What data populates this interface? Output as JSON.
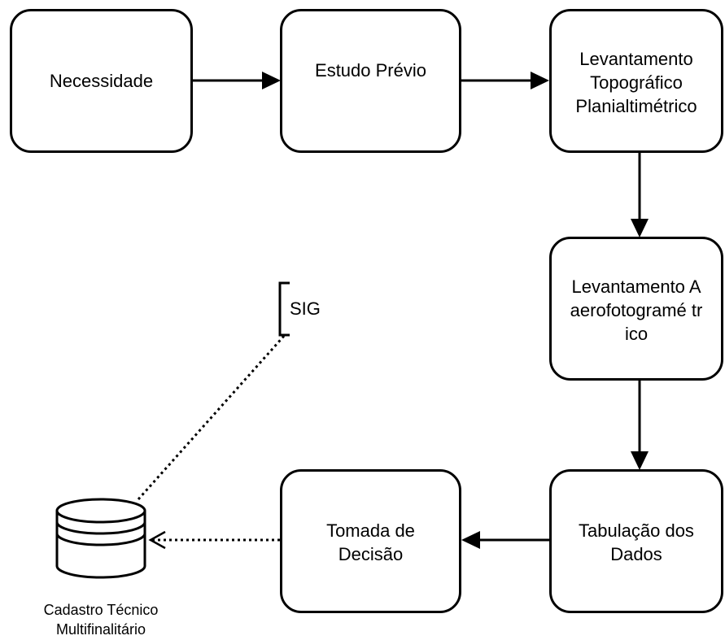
{
  "nodes": {
    "necessidade": "Necessidade",
    "estudo_previo": "Estudo Prévio",
    "lev_topografico": "Levantamento Topográfico Planialtimétrico",
    "lev_aerofoto": "Levantamento Aaerofotogramé trico",
    "tabulacao": "Tabulação dos Dados",
    "tomada_decisao": "Tomada de Decisão"
  },
  "database": {
    "label": "Cadastro Técnico Multifinalitário"
  },
  "annotation": {
    "label": "SIG"
  }
}
